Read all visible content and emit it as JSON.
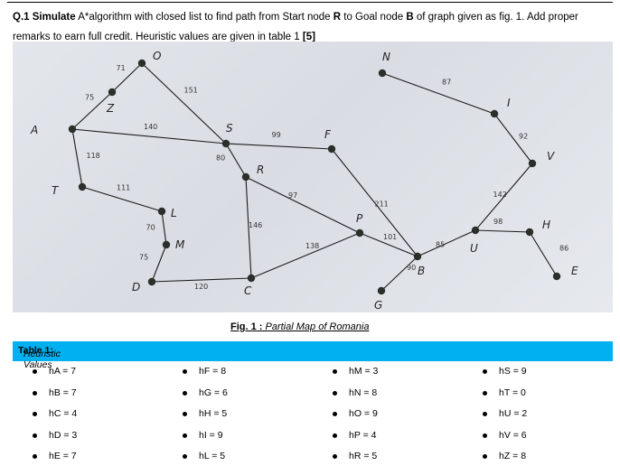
{
  "question": {
    "prefix": "Q.1 Simulate",
    "text1": " A*algorithm with closed list to find path from Start node ",
    "start": "R",
    "text2": " to Goal node ",
    "goal": "B",
    "text3": " of graph given as fig. 1. Add proper remarks to earn full credit. Heuristic values are given in table 1 ",
    "marks": "[5]"
  },
  "figure": {
    "caption_label": "Fig. 1 :",
    "caption_text": " Partial Map of Romania"
  },
  "graph": {
    "nodes": [
      {
        "id": "A",
        "label": "A"
      },
      {
        "id": "Z",
        "label": "Z"
      },
      {
        "id": "O",
        "label": "O"
      },
      {
        "id": "T",
        "label": "T"
      },
      {
        "id": "S",
        "label": "S"
      },
      {
        "id": "F",
        "label": "F"
      },
      {
        "id": "R",
        "label": "R"
      },
      {
        "id": "L",
        "label": "L"
      },
      {
        "id": "M",
        "label": "M"
      },
      {
        "id": "D",
        "label": "D"
      },
      {
        "id": "C",
        "label": "C"
      },
      {
        "id": "P",
        "label": "P"
      },
      {
        "id": "N",
        "label": "N"
      },
      {
        "id": "I",
        "label": "I"
      },
      {
        "id": "V",
        "label": "V"
      },
      {
        "id": "U",
        "label": "U"
      },
      {
        "id": "H",
        "label": "H"
      },
      {
        "id": "E",
        "label": "E"
      },
      {
        "id": "B",
        "label": "B"
      },
      {
        "id": "G",
        "label": "G"
      }
    ],
    "edges": [
      {
        "from": "A",
        "to": "Z",
        "cost": "75"
      },
      {
        "from": "Z",
        "to": "O",
        "cost": "71"
      },
      {
        "from": "O",
        "to": "S",
        "cost": "151"
      },
      {
        "from": "A",
        "to": "S",
        "cost": "140"
      },
      {
        "from": "A",
        "to": "T",
        "cost": "118"
      },
      {
        "from": "T",
        "to": "L",
        "cost": "111"
      },
      {
        "from": "L",
        "to": "M",
        "cost": "70"
      },
      {
        "from": "M",
        "to": "D",
        "cost": "75"
      },
      {
        "from": "D",
        "to": "C",
        "cost": "120"
      },
      {
        "from": "S",
        "to": "F",
        "cost": "99"
      },
      {
        "from": "S",
        "to": "R",
        "cost": "80"
      },
      {
        "from": "R",
        "to": "P",
        "cost": "97"
      },
      {
        "from": "R",
        "to": "C",
        "cost": "146"
      },
      {
        "from": "C",
        "to": "P",
        "cost": "138"
      },
      {
        "from": "F",
        "to": "B",
        "cost": "211"
      },
      {
        "from": "P",
        "to": "B",
        "cost": "101"
      },
      {
        "from": "B",
        "to": "G",
        "cost": "90"
      },
      {
        "from": "B",
        "to": "U",
        "cost": "85"
      },
      {
        "from": "U",
        "to": "H",
        "cost": "98"
      },
      {
        "from": "H",
        "to": "E",
        "cost": "86"
      },
      {
        "from": "U",
        "to": "V",
        "cost": "142"
      },
      {
        "from": "V",
        "to": "I",
        "cost": "92"
      },
      {
        "from": "I",
        "to": "N",
        "cost": "87"
      }
    ]
  },
  "table": {
    "title_label": "Table 1:",
    "title_text": " Heuristic Values",
    "columns": [
      [
        "hA = 7",
        "hB = 7",
        "hC = 4",
        "hD = 3",
        "hE = 7"
      ],
      [
        "hF = 8",
        "hG = 6",
        "hH = 5",
        "hI = 9",
        "hL = 5"
      ],
      [
        "hM = 3",
        "hN = 8",
        "hO = 9",
        "hP = 4",
        "hR = 5"
      ],
      [
        "hS = 9",
        "hT = 0",
        "hU = 2",
        "hV = 6",
        "hZ = 8"
      ]
    ]
  }
}
